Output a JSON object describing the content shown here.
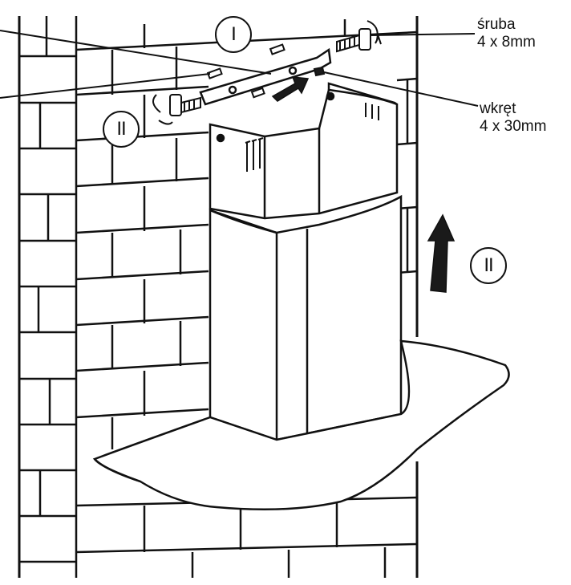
{
  "labels": {
    "screw": {
      "name": "śruba",
      "size": "4 x 8mm"
    },
    "wood_screw": {
      "name": "wkręt",
      "size": "4 x 30mm"
    }
  },
  "steps": {
    "step_one": "I",
    "step_two": "II"
  },
  "colors": {
    "line": "#111111",
    "background": "#ffffff",
    "dark_fill": "#1a1a1a"
  }
}
